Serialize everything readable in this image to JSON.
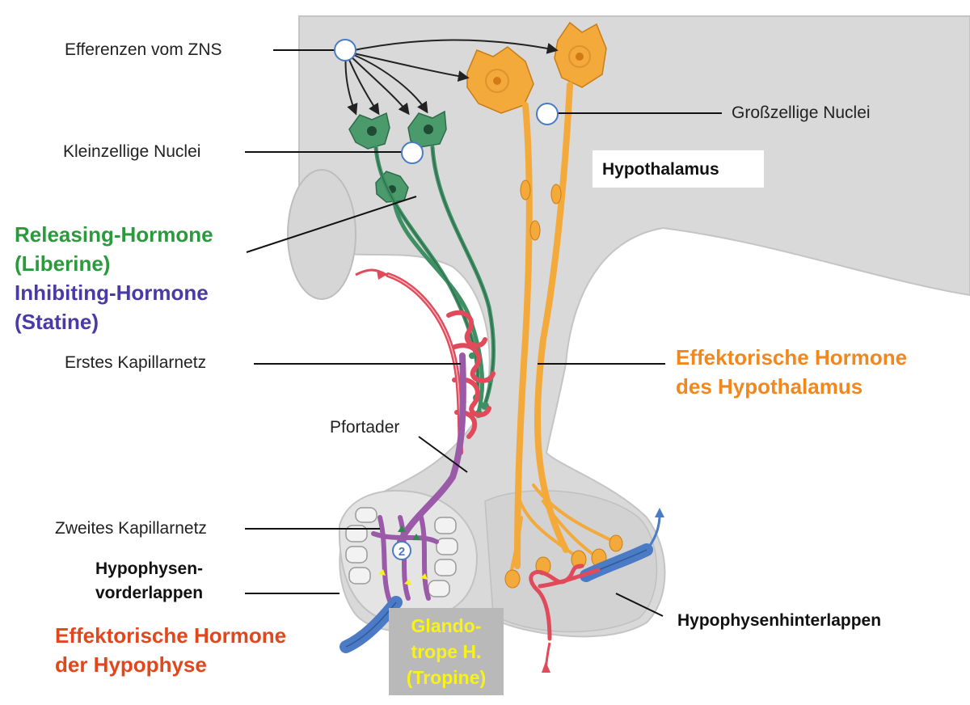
{
  "labels": {
    "efferenzen": "Efferenzen vom ZNS",
    "grosszellige": "Großzellige Nuclei",
    "kleinzellige": "Kleinzellige Nuclei",
    "hypothalamus": "Hypothalamus",
    "releasing_line1": "Releasing-Hormone",
    "releasing_line2": "(Liberine)",
    "inhibiting_line1": "Inhibiting-Hormone",
    "inhibiting_line2": "(Statine)",
    "erstes_kapillarnetz": "Erstes Kapillarnetz",
    "effektorische_hypothalamus_line1": "Effektorische Hormone",
    "effektorische_hypothalamus_line2": "des Hypothalamus",
    "pfortader": "Pfortader",
    "zweites_kapillarnetz": "Zweites Kapillarnetz",
    "vorderlappen_line1": "Hypophysen-",
    "vorderlappen_line2": "vorderlappen",
    "effektorische_hypophyse_line1": "Effektorische Hormone",
    "effektorische_hypophyse_line2": "der Hypophyse",
    "hinterlappen": "Hypophysenhinterlappen",
    "glando_line1": "Glando-",
    "glando_line2": "trope H.",
    "glando_line3": "(Tropine)",
    "marker_number": "2"
  },
  "colors": {
    "tissue": "#d9d9d9",
    "tissue_edge": "#c4c4c4",
    "neuron_green": "#3f8f64",
    "neuron_orange": "#f4a93b",
    "capillary_red": "#e04a5a",
    "capillary_purple": "#9a5aa8",
    "vein_blue": "#4a7bc4",
    "label_green": "#2a9a3c",
    "label_purple": "#4a3aa6",
    "label_orange": "#f2871e",
    "label_red": "#e2471c",
    "tropine_yellow": "#f7f21c"
  }
}
